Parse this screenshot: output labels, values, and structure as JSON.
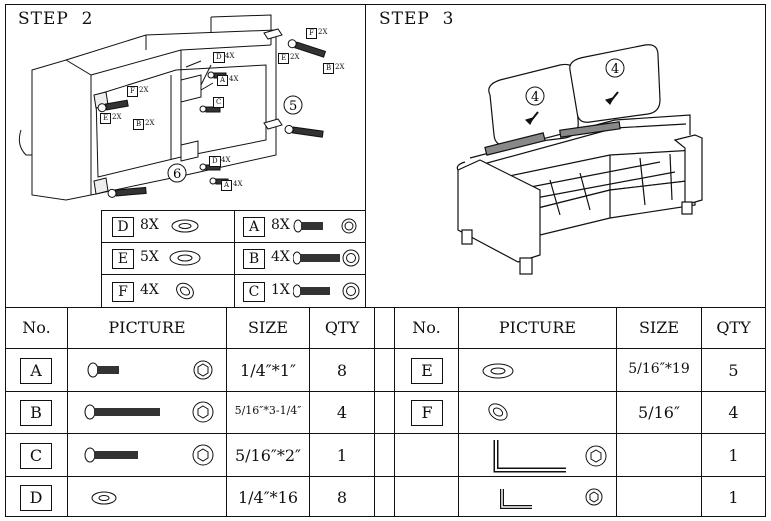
{
  "step2": {
    "title": "STEP  2",
    "callouts": [
      "5",
      "6"
    ],
    "hw_labels": [
      {
        "box": "F",
        "qty": "2X"
      },
      {
        "box": "E",
        "qty": "2X"
      },
      {
        "box": "B",
        "qty": "2X"
      },
      {
        "box": "D",
        "qty": "4X"
      },
      {
        "box": "A",
        "qty": "4X"
      },
      {
        "box": "C",
        "qty": ""
      },
      {
        "box": "F",
        "qty": "2X"
      },
      {
        "box": "E",
        "qty": "2X"
      },
      {
        "box": "B",
        "qty": "2X"
      },
      {
        "box": "D",
        "qty": "4X"
      },
      {
        "box": "A",
        "qty": "4X"
      }
    ],
    "parts": [
      {
        "letter": "D",
        "qty": "8X"
      },
      {
        "letter": "A",
        "qty": "8X"
      },
      {
        "letter": "E",
        "qty": "5X"
      },
      {
        "letter": "B",
        "qty": "4X"
      },
      {
        "letter": "F",
        "qty": "4X"
      },
      {
        "letter": "C",
        "qty": "1X"
      }
    ]
  },
  "step3": {
    "title": "STEP  3",
    "callouts": [
      "4",
      "4"
    ]
  },
  "table": {
    "headers": [
      "No.",
      "PICTURE",
      "SIZE",
      "QTY",
      "No.",
      "PICTURE",
      "SIZE",
      "QTY"
    ],
    "left_rows": [
      {
        "no": "A",
        "size": "1/4″*1″",
        "qty": "8"
      },
      {
        "no": "B",
        "size": "5/16″*3-1/4″",
        "qty": "4"
      },
      {
        "no": "C",
        "size": "5/16″*2″",
        "qty": "1"
      },
      {
        "no": "D",
        "size": "1/4″*16",
        "qty": "8"
      }
    ],
    "right_rows": [
      {
        "no": "E",
        "size": "5/16″*19",
        "qty": "5"
      },
      {
        "no": "F",
        "size": "5/16″",
        "qty": "4"
      },
      {
        "no": "",
        "size": "",
        "qty": "1"
      },
      {
        "no": "",
        "size": "",
        "qty": "1"
      }
    ]
  }
}
